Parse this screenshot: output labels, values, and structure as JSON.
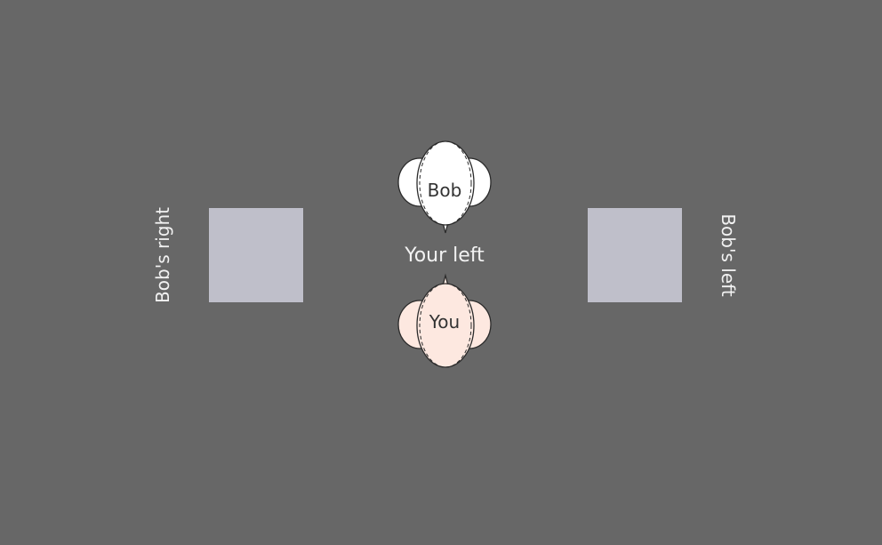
{
  "colors": {
    "background": "#676767",
    "box": "#bfbfca",
    "label_text": "#f2f2f2",
    "bob_fill": "#ffffff",
    "you_fill": "#fde8e0",
    "outline": "#2b2b2b"
  },
  "labels": {
    "bob_right": "Bob's right",
    "bob_left": "Bob's left",
    "your_left": "Your left"
  },
  "people": {
    "bob": {
      "name": "Bob",
      "facing": "down"
    },
    "you": {
      "name": "You",
      "facing": "up"
    }
  }
}
